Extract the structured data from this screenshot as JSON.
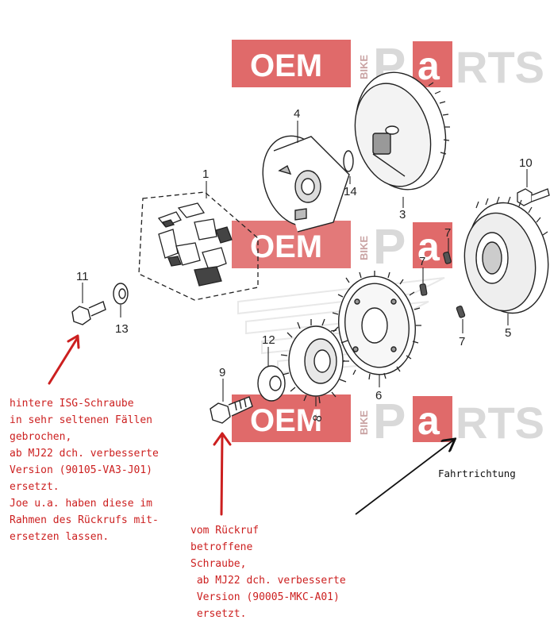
{
  "watermark": {
    "oem": "OEM",
    "bike": "BIKE",
    "p": "P",
    "a": "a",
    "rts": "RTS"
  },
  "part_numbers": {
    "p1": "1",
    "p3": "3",
    "p4": "4",
    "p5": "5",
    "p6": "6",
    "p7a": "7",
    "p7b": "7",
    "p7c": "7",
    "p8": "8",
    "p9": "9",
    "p10": "10",
    "p11": "11",
    "p12": "12",
    "p13": "13",
    "p14": "14"
  },
  "notes": {
    "isg": [
      "hintere ISG-Schraube",
      "in sehr seltenen Fällen",
      "gebrochen,",
      "ab MJ22 dch. verbesserte",
      "Version (90105-VA3-J01)",
      "ersetzt.",
      "Joe u.a. haben diese im",
      "Rahmen des Rückrufs mit-",
      "ersetzen lassen."
    ],
    "recall": [
      "vom Rückruf",
      "betroffene",
      "Schraube,",
      " ab MJ22 dch. verbesserte",
      " Version (90005-MKC-A01)",
      " ersetzt."
    ],
    "direction": "Fahrtrichtung"
  },
  "colors": {
    "annotation_red": "#cc1f1f",
    "watermark_red": "#e06a6a",
    "line": "#222222"
  }
}
